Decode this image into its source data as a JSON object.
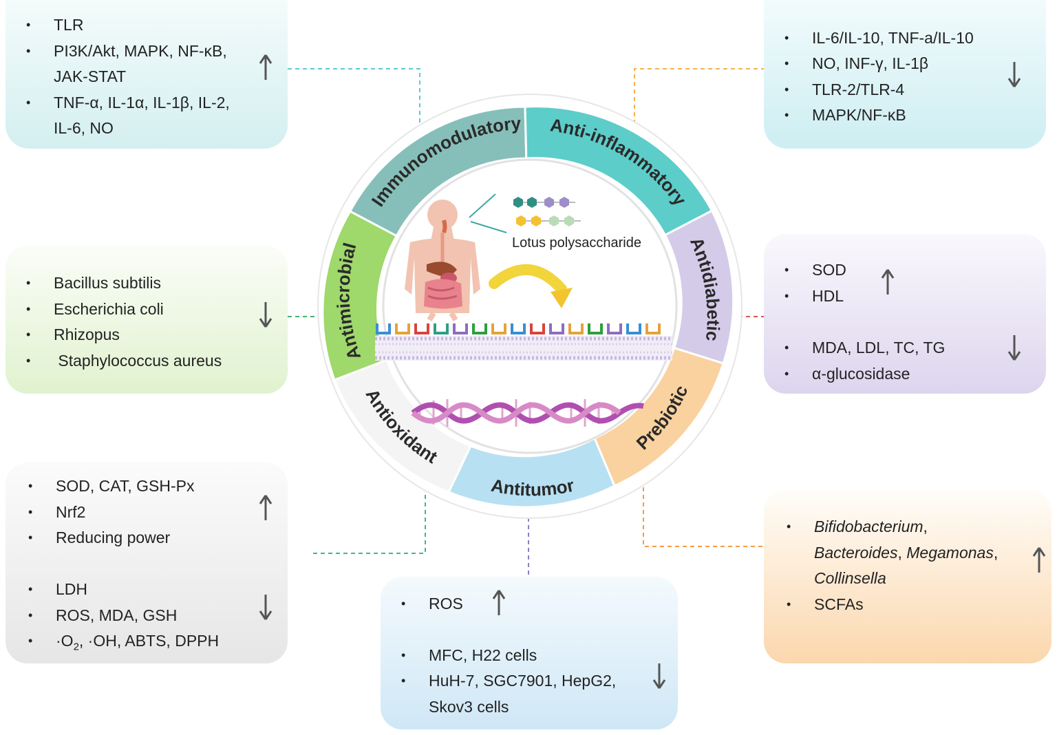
{
  "center": {
    "label": "Lotus polysaccharide"
  },
  "segments": [
    {
      "id": "immunomodulatory",
      "label": "Immunomodulatory",
      "color": "#86bfb9"
    },
    {
      "id": "anti-inflammatory",
      "label": "Anti-inflammatory",
      "color": "#5ccdc9"
    },
    {
      "id": "antidiabetic",
      "label": "Antidiabetic",
      "color": "#d4cbe9"
    },
    {
      "id": "prebiotic",
      "label": "Prebiotic",
      "color": "#f9d29f"
    },
    {
      "id": "antitumor",
      "label": "Antitumor",
      "color": "#b8e0f3"
    },
    {
      "id": "antioxidant",
      "label": "Antioxidant",
      "color": "#f4f4f4"
    },
    {
      "id": "antimicrobial",
      "label": "Antimicrobial",
      "color": "#9fd86b"
    }
  ],
  "panels": {
    "immunomodulatory": {
      "items": [
        "TLR",
        "PI3K/Akt, MAPK, NF-κB,",
        "JAK-STAT",
        "TNF-α, IL-1α, IL-1β, IL-2,",
        "IL-6, NO"
      ],
      "trend": "up"
    },
    "anti_inflammatory": {
      "items": [
        "IL-6/IL-10, TNF-a/IL-10",
        "NO, INF-γ, IL-1β",
        "TLR-2/TLR-4",
        "MAPK/NF-κB"
      ],
      "trend": "down"
    },
    "antimicrobial": {
      "items": [
        "Bacillus subtilis",
        "Escherichia coli",
        "Rhizopus",
        " Staphylococcus aureus"
      ],
      "trend": "down"
    },
    "antidiabetic": {
      "up_items": [
        "SOD",
        "HDL"
      ],
      "down_items": [
        "MDA, LDL, TC, TG",
        "α-glucosidase"
      ]
    },
    "antioxidant": {
      "up_items": [
        "SOD, CAT, GSH-Px",
        "Nrf2",
        "Reducing power"
      ],
      "down_items": [
        "LDH",
        "ROS, MDA, GSH"
      ],
      "radicals": {
        "o2": "·O",
        "o2_sub": "2",
        "rest": ", ·OH, ABTS, DPPH"
      }
    },
    "antitumor": {
      "up_items": [
        "ROS"
      ],
      "down_items": [
        "MFC, H22 cells",
        "HuH-7, SGC7901, HepG2,",
        "Skov3 cells"
      ]
    },
    "prebiotic": {
      "bifido": "Bifidobacterium",
      "comma1": ",",
      "bacteroides": "Bacteroides",
      "comma2": ", ",
      "megamonas": "Megamonas",
      "comma3": ",",
      "collinsella": "Collinsella",
      "scfas": "SCFAs"
    }
  },
  "colors": {
    "immuno_panel": "#dff3f2",
    "inflam_panel": "#d3f1f3",
    "microbial_panel": "#e9f6dc",
    "diabetic_panel": "#e6e0f3",
    "oxidant_panel": "#ebebeb",
    "tumor_panel": "#d8ecf8",
    "prebiotic_panel": "#fbdcb8",
    "arrow": "#555555"
  }
}
